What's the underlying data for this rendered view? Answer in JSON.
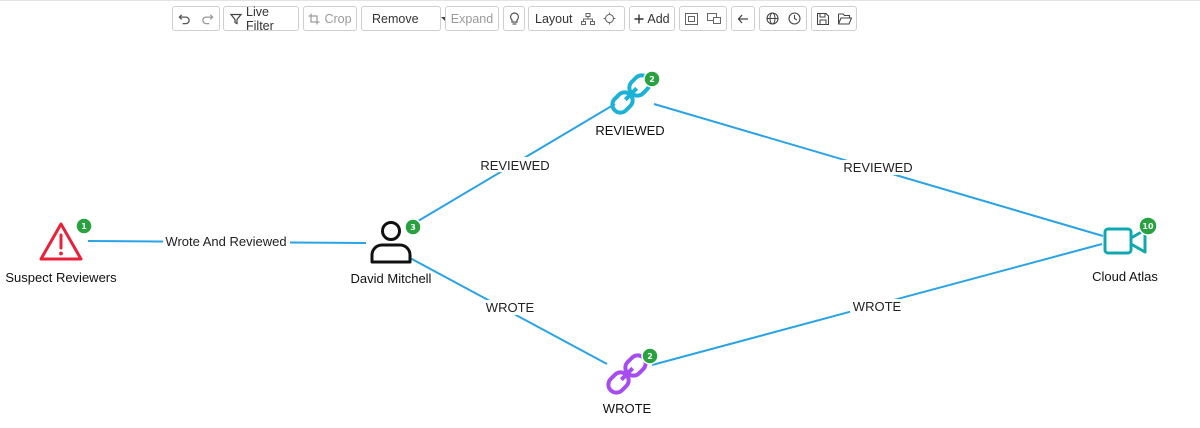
{
  "toolbar": {
    "live_filter": "Live Filter",
    "crop": "Crop",
    "remove": "Remove",
    "expand": "Expand",
    "layout": "Layout",
    "add": "Add"
  },
  "graph": {
    "colors": {
      "edge": "#2aa3e6",
      "badge": "#27a23f",
      "warning": "#e8203a",
      "link_reviewed": "#1ab3d6",
      "link_wrote": "#a64cf0",
      "video": "#10a8b0"
    },
    "nodes": [
      {
        "id": "suspect",
        "label": "Suspect Reviewers",
        "icon": "warning-icon",
        "badge": "1"
      },
      {
        "id": "david",
        "label": "David Mitchell",
        "icon": "person-icon",
        "badge": "3"
      },
      {
        "id": "reviewed",
        "label": "REVIEWED",
        "icon": "link-icon",
        "badge": "2"
      },
      {
        "id": "wrote",
        "label": "WROTE",
        "icon": "link-icon",
        "badge": "2"
      },
      {
        "id": "cloud",
        "label": "Cloud Atlas",
        "icon": "video-icon",
        "badge": "10"
      }
    ],
    "edges": [
      {
        "from": "suspect",
        "to": "david",
        "label": "Wrote And Reviewed"
      },
      {
        "from": "david",
        "to": "reviewed",
        "label": "REVIEWED"
      },
      {
        "from": "reviewed",
        "to": "cloud",
        "label": "REVIEWED"
      },
      {
        "from": "david",
        "to": "wrote",
        "label": "WROTE"
      },
      {
        "from": "wrote",
        "to": "cloud",
        "label": "WROTE"
      }
    ]
  }
}
